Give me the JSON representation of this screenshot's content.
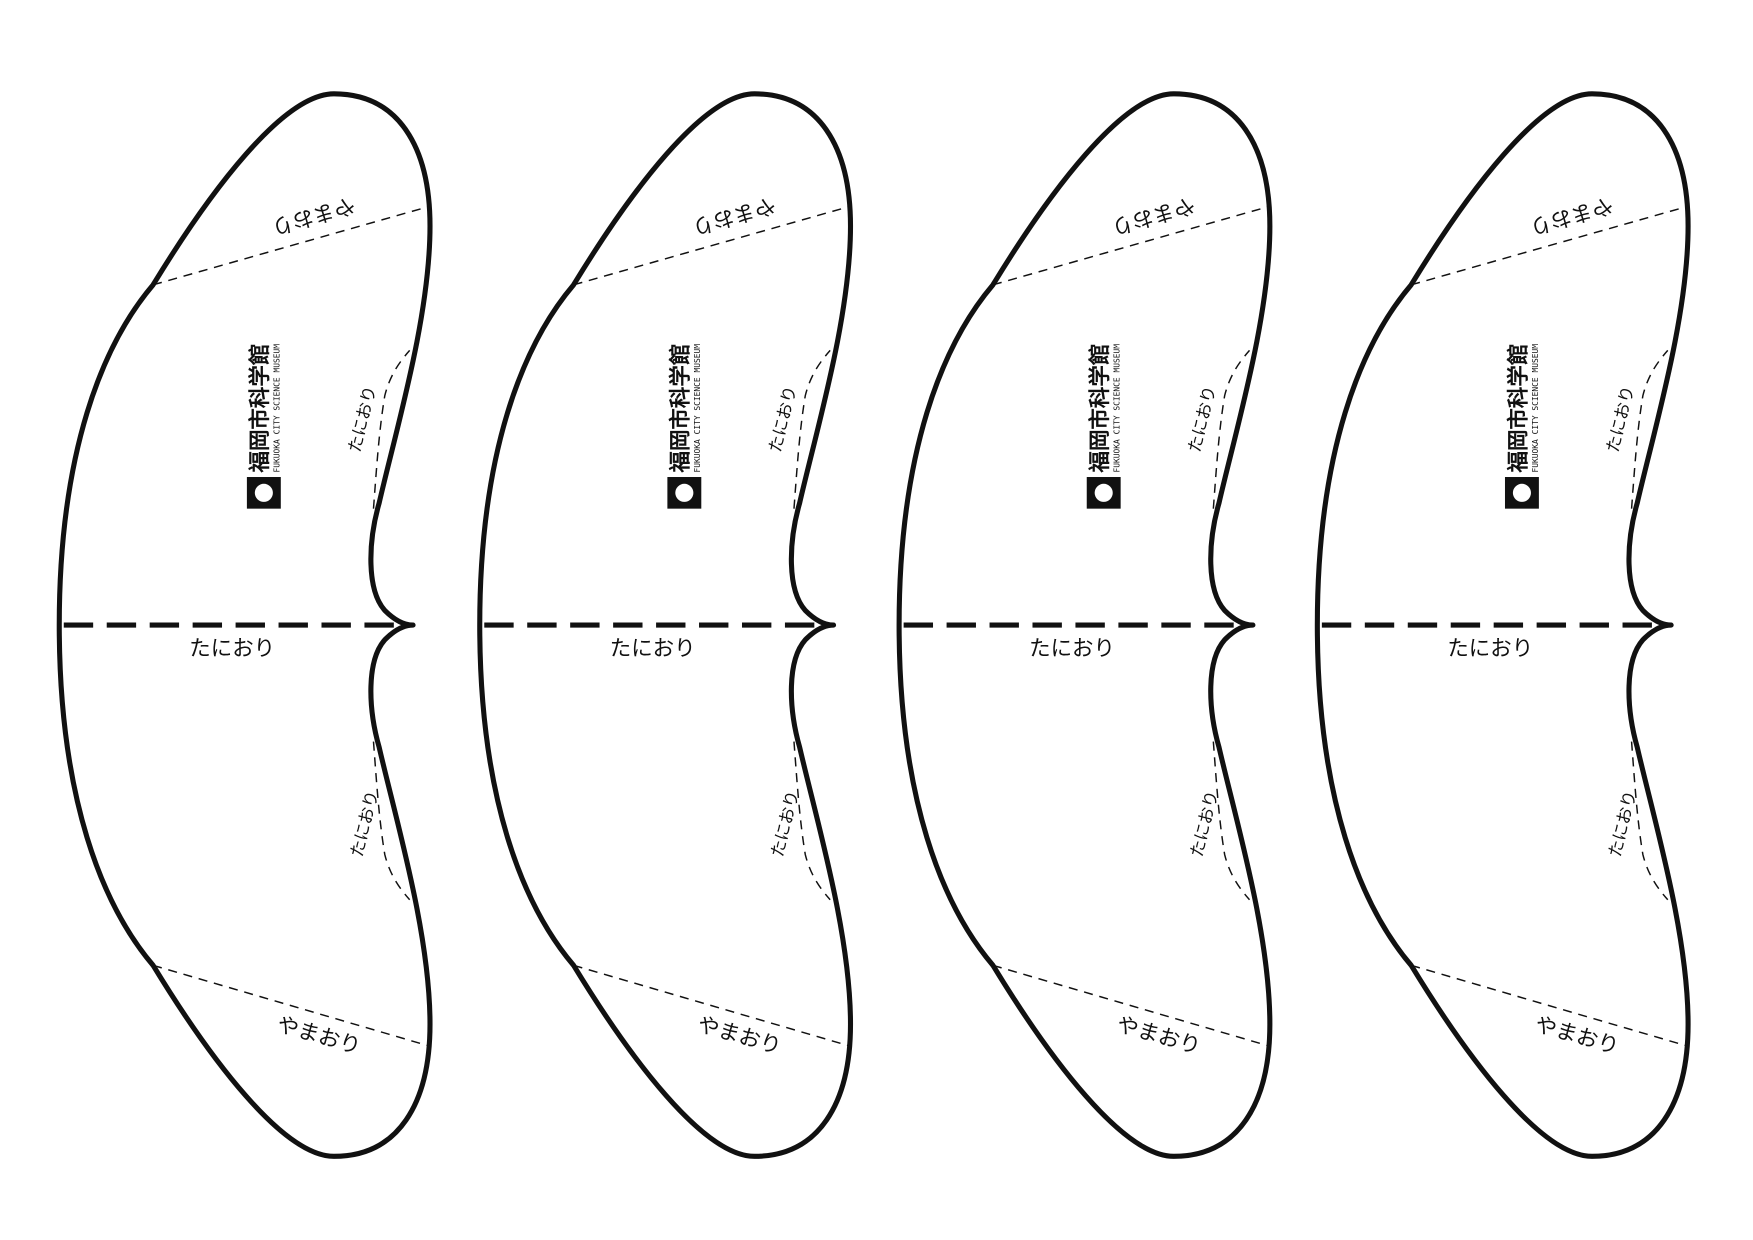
{
  "template": {
    "copies": 4,
    "labels": {
      "mountain_fold": "やまおり",
      "valley_fold": "たにおり"
    },
    "logo": {
      "name_jp": "福岡市科学館",
      "name_en": "FUKUOKA CITY SCIENCE MUSEUM"
    },
    "colors": {
      "line": "#111111",
      "paper": "#ffffff"
    }
  }
}
